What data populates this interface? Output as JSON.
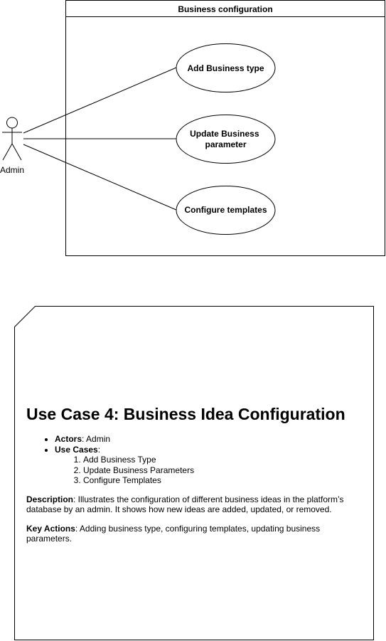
{
  "diagram": {
    "system_title": "Business configuration",
    "actor": {
      "label": "Admin"
    },
    "use_cases": [
      {
        "lines": [
          "Add Business type"
        ]
      },
      {
        "lines": [
          "Update Business",
          "parameter"
        ]
      },
      {
        "lines": [
          "Configure templates"
        ]
      }
    ]
  },
  "note": {
    "title": "Use Case 4: Business Idea Configuration",
    "actors_label": "Actors",
    "actors_sep": ": ",
    "actors_value": "Admin",
    "use_cases_label": "Use Cases",
    "use_cases_sep": ":",
    "use_cases": [
      "Add Business Type",
      "Update Business Parameters",
      "Configure Templates"
    ],
    "description_label": "Description",
    "description_text": ": Illustrates the configuration of different business ideas in the platform’s database by an admin. It shows how new ideas are added, updated, or removed.",
    "key_actions_label": "Key Actions",
    "key_actions_text": ": Adding business type, configuring templates, updating business parameters."
  }
}
